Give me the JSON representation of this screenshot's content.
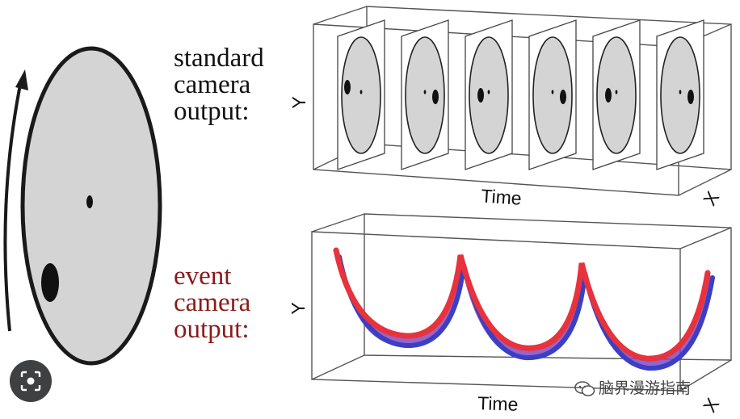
{
  "labels": {
    "standard": [
      "standard",
      "camera",
      "output:"
    ],
    "event": [
      "event",
      "camera",
      "output:"
    ]
  },
  "axes": {
    "top_y": "Y",
    "top_time": "Time",
    "top_x": "X",
    "bottom_y": "Y",
    "bottom_time": "Time",
    "bottom_x": "X"
  },
  "frames": [
    {
      "big_dot": "top-left"
    },
    {
      "big_dot": "right"
    },
    {
      "big_dot": "left"
    },
    {
      "big_dot": "right"
    },
    {
      "big_dot": "left"
    },
    {
      "big_dot": "right"
    }
  ],
  "watermark": "脑界漫游指南",
  "colors": {
    "disk_fill": "#d4d4d4",
    "event_red": "#e8323c",
    "event_blue": "#3a3fc4",
    "event_label": "#8b1a1a"
  },
  "icons": {
    "rotation": "rotation-arrow-icon",
    "lens": "lens-search-icon",
    "watermark": "wechat-icon"
  }
}
